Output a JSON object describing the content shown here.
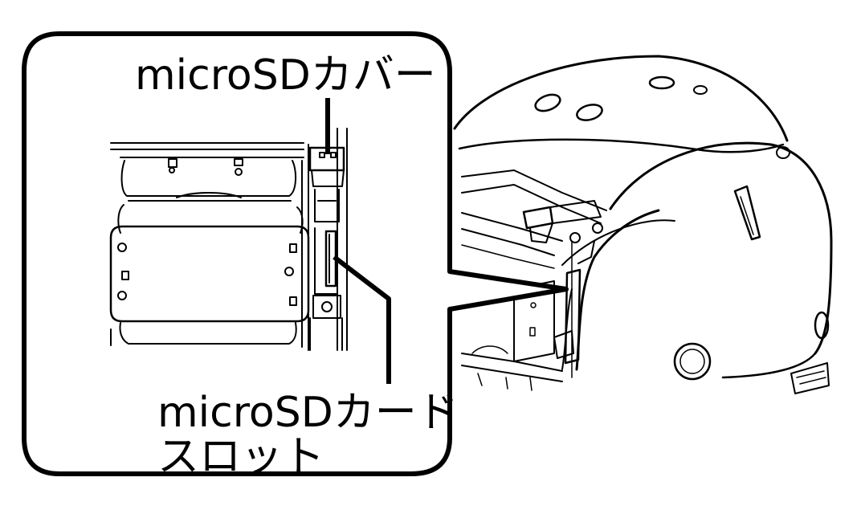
{
  "labels": {
    "microsd_cover": "microSDカバー",
    "microsd_slot_line1": "microSDカード",
    "microsd_slot_line2": "スロット"
  },
  "colors": {
    "stroke": "#000000",
    "background": "#ffffff"
  }
}
